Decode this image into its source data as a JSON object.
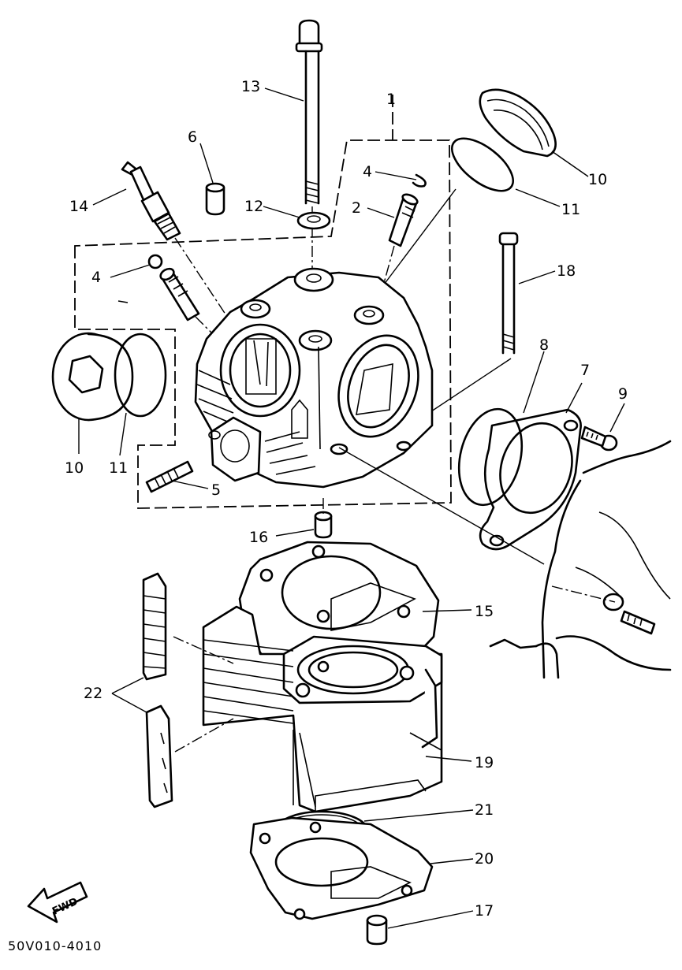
{
  "diagram_code": "50V010-4010",
  "fwd_label": "FWD",
  "callouts": {
    "c1": "1",
    "c2": "2",
    "c4a": "4",
    "c4b": "4",
    "c5": "5",
    "c6": "6",
    "c7": "7",
    "c8": "8",
    "c9": "9",
    "c10a": "10",
    "c10b": "10",
    "c11a": "11",
    "c11b": "11",
    "c12": "12",
    "c13": "13",
    "c14": "14",
    "c15": "15",
    "c16": "16",
    "c17": "17",
    "c18": "18",
    "c19": "19",
    "c20": "20",
    "c21": "21",
    "c22": "22"
  }
}
